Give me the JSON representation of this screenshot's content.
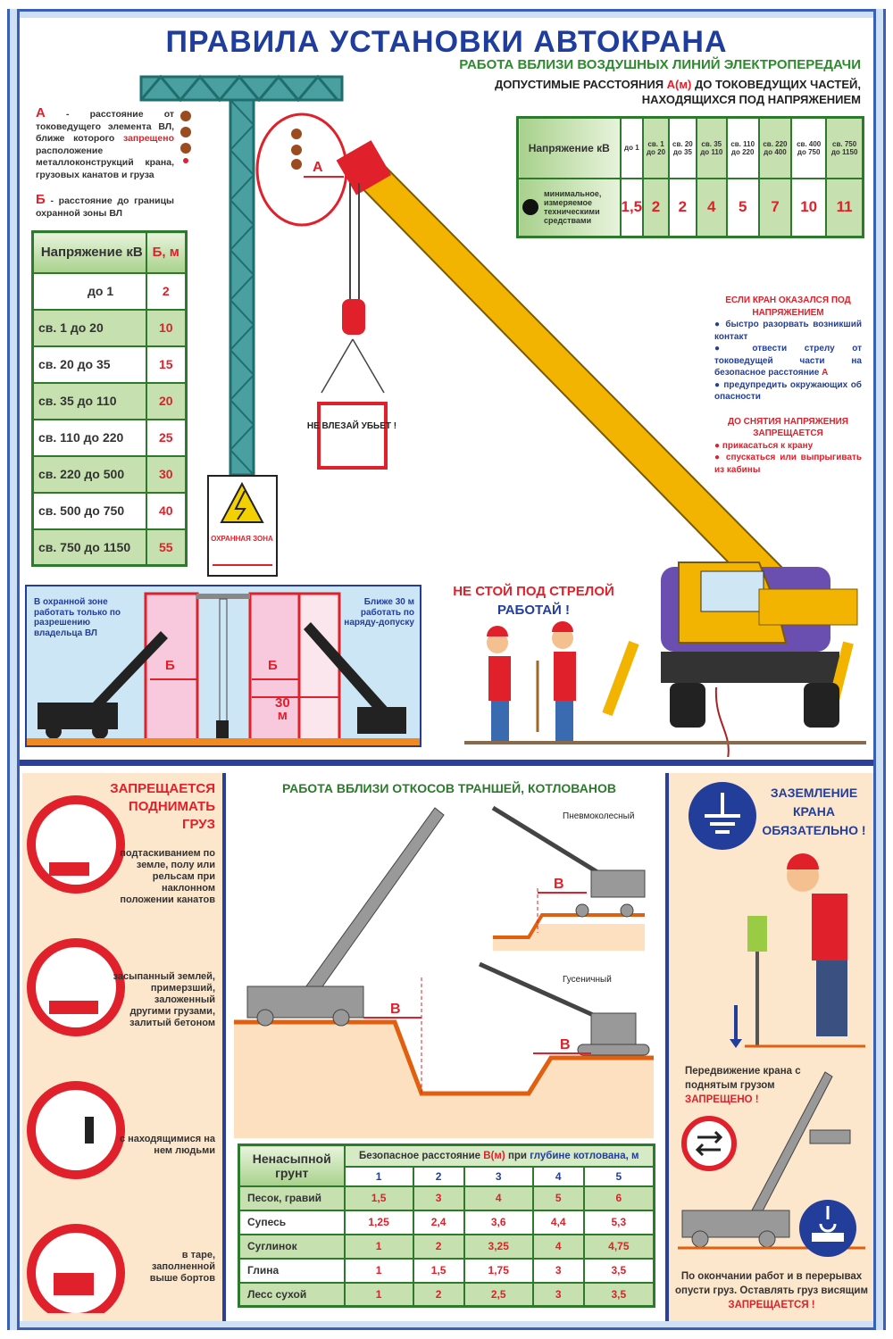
{
  "title": "ПРАВИЛА УСТАНОВКИ АВТОКРАНА",
  "subtitle": "РАБОТА ВБЛИЗИ ВОЗДУШНЫХ ЛИНИЙ ЭЛЕКТРОПЕРЕДАЧИ",
  "distances_heading": {
    "part1": "ДОПУСТИМЫЕ РАССТОЯНИЯ ",
    "a": "А(м)",
    "part2": " ДО ТОКОВЕДУЩИХ ЧАСТЕЙ,",
    "line2": "НАХОДЯЩИХСЯ ПОД НАПРЯЖЕНИЕМ"
  },
  "legend": {
    "a_letter": "А",
    "a_text1": " - расстояние от токоведущего элемента ВЛ, ближе которого ",
    "a_forbidden": "запрещено",
    "a_text2": " расположение металлоконструкций крана, грузовых канатов и груза",
    "b_letter": "Б",
    "b_text": " - расстояние до границы охранной зоны ВЛ"
  },
  "zone_table": {
    "header": [
      "Напряжение кВ",
      "Б, м"
    ],
    "rows": [
      [
        "до 1",
        "2"
      ],
      [
        "св. 1    до 20",
        "10"
      ],
      [
        "св. 20  до 35",
        "15"
      ],
      [
        "св. 35   до 110",
        "20"
      ],
      [
        "св. 110 до 220",
        "25"
      ],
      [
        "св. 220 до 500",
        "30"
      ],
      [
        "св. 500 до 750",
        "40"
      ],
      [
        "св. 750 до 1150",
        "55"
      ]
    ]
  },
  "voltage_table": {
    "header": "Напряжение кВ",
    "columns": [
      "до 1",
      "св. 1 до 20",
      "св. 20 до 35",
      "св. 35 до 110",
      "св. 110 до 220",
      "св. 220 до 400",
      "св. 400 до 750",
      "св. 750 до 1150"
    ],
    "row_label": "минимальное, измеряемое техническими средствами",
    "values": [
      "1,5",
      "2",
      "2",
      "4",
      "5",
      "7",
      "10",
      "11"
    ]
  },
  "diagram_labels": {
    "a": "А",
    "sign_warning": "НЕ ВЛЕЗАЙ УБЬЕТ !",
    "protection_zone": "ОХРАННАЯ ЗОНА"
  },
  "energized": {
    "heading": "ЕСЛИ КРАН ОКАЗАЛСЯ ПОД НАПРЯЖЕНИЕМ",
    "items": [
      "быстро разорвать возникший контакт",
      "отвести стрелу от токоведущей части на безопасное расстояние ",
      "предупредить окружающих об опасности"
    ],
    "item2_suffix": "А",
    "heading2": "ДО СНЯТИЯ НАПРЯЖЕНИЯ ЗАПРЕЩАЕТСЯ",
    "items2": [
      "прикасаться к крану",
      "спускаться или выпрыгивать из кабины"
    ]
  },
  "zone_panel": {
    "left_text": "В охранной зоне работать только по разрешению владельца ВЛ",
    "right_text": "Ближе 30 м работать по наряду-допуску",
    "b": "Б",
    "dist": "30",
    "unit": "м"
  },
  "dont_stand": {
    "line1": "НЕ СТОЙ ПОД СТРЕЛОЙ",
    "line2": "РАБОТАЙ !"
  },
  "lift_ban": {
    "title": "ЗАПРЕЩАЕТСЯ ПОДНИМАТЬ ГРУЗ",
    "items": [
      "подтаскиванием по земле, полу или рельсам при наклонном положении канатов",
      "засыпанный землей, примерзший, заложенный другими грузами, залитый бетоном",
      "с находящимися на нем людьми",
      "в таре, заполненной выше бортов"
    ]
  },
  "slopes": {
    "title": "РАБОТА ВБЛИЗИ ОТКОСОВ ТРАНШЕЙ, КОТЛОВАНОВ",
    "b": "В",
    "pneumatic": "Пневмоколесный",
    "crawler": "Гусеничный"
  },
  "soil_table": {
    "header": "Ненасыпной грунт",
    "span_part1": "Безопасное расстояние ",
    "span_b": "В(м)",
    "span_part2": " при ",
    "span_depth": "глубине котлована, м",
    "depths": [
      "1",
      "2",
      "3",
      "4",
      "5"
    ],
    "rows": [
      {
        "soil": "Песок, гравий",
        "values": [
          "1,5",
          "3",
          "4",
          "5",
          "6"
        ]
      },
      {
        "soil": "Супесь",
        "values": [
          "1,25",
          "2,4",
          "3,6",
          "4,4",
          "5,3"
        ]
      },
      {
        "soil": "Суглинок",
        "values": [
          "1",
          "2",
          "3,25",
          "4",
          "4,75"
        ]
      },
      {
        "soil": "Глина",
        "values": [
          "1",
          "1,5",
          "1,75",
          "3",
          "3,5"
        ]
      },
      {
        "soil": "Лесс сухой",
        "values": [
          "1",
          "2",
          "2,5",
          "3",
          "3,5"
        ]
      }
    ]
  },
  "grounding": {
    "text": "ЗАЗЕМЛЕНИЕ КРАНА ОБЯЗАТЕЛЬНО !"
  },
  "movement": {
    "text": "Передвижение крана с поднятым грузом",
    "ban": "ЗАПРЕЩЕНО !"
  },
  "lower_load": {
    "text": "По окончании работ и в перерывах опусти груз. Оставлять груз висящим",
    "ban": "ЗАПРЕЩАЕТСЯ !"
  },
  "colors": {
    "blue": "#1f3d9c",
    "green": "#2d7a2d",
    "red": "#e0202a",
    "yellow": "#f3b400",
    "peach": "#fce6cc"
  }
}
